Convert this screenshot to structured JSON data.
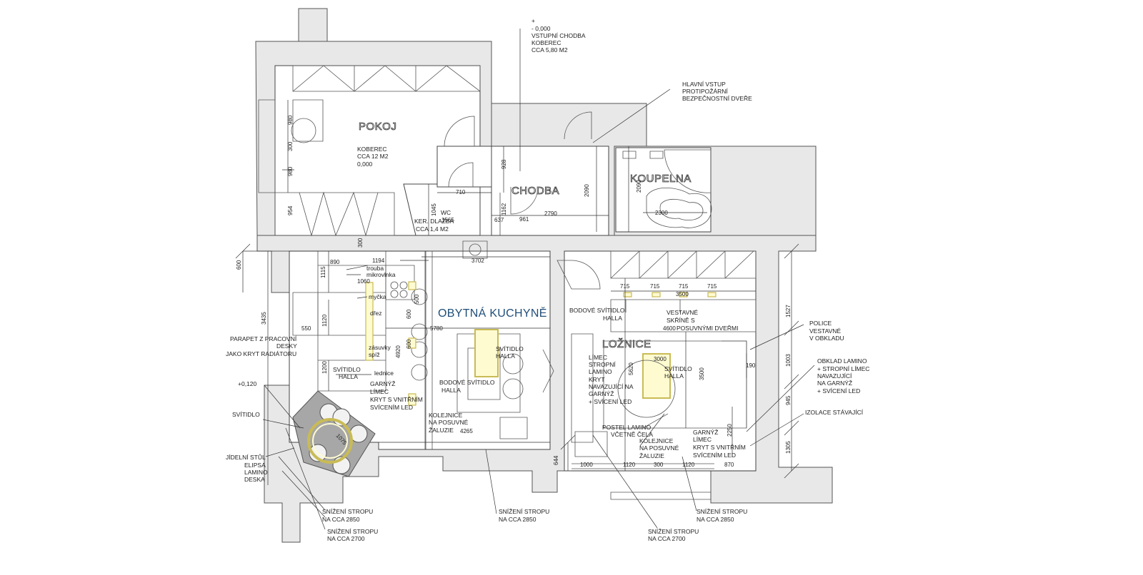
{
  "rooms": {
    "pokoj": "POKOJ",
    "chodba": "CHODBA",
    "koupelna": "KOUPELNA",
    "obytna_kuchyne": "OBYTNÁ KUCHYNĚ",
    "loznice": "LOŽNICE"
  },
  "notes": {
    "vstupni_chodba": [
      "+",
      "- 0,000",
      "VSTUPNÍ CHODBA",
      "KOBEREC",
      "CCA 5,80 M2"
    ],
    "hlavni_vstup": [
      "HLAVNÍ VSTUP",
      "PROTIPOŽÁRNÍ",
      "BEZPEČNOSTNÍ DVEŘE"
    ],
    "koberec_pokoj": [
      "KOBEREC",
      "CCA 12 M2",
      "0,000"
    ],
    "wc": [
      "WC",
      "KER. DLAŽBA",
      "CCA 1,4 M2"
    ],
    "kitchen_items": {
      "trouba": "trouba",
      "mikrovlnka": "mikrovlnka",
      "mycka": "myčka",
      "drez": "dřez",
      "zasuvky": "zásuvky",
      "spiz": "spíž",
      "lednice": "lednice"
    },
    "svitidlo_halla_1": [
      "SVÍTIDLO",
      "HALLA"
    ],
    "svitidlo_halla_2": [
      "SVÍTIDLO",
      "HALLA"
    ],
    "svitidlo_halla_3": [
      "SVÍTIDLO",
      "HALLA"
    ],
    "bodove_svitidlo_1": [
      "BODOVÉ SVÍTIDLO",
      "HALLA"
    ],
    "bodove_svitidlo_2": [
      "BODOVÉ SVÍTIDLO",
      "HALLA"
    ],
    "parapet": [
      "PARAPET Z PRACOVNÍ",
      "DESKY",
      "JAKO KRYT RADIÁTORU"
    ],
    "plus_0120": "+0,120",
    "svitidlo": "SVÍTIDLO",
    "jidelni_stul": [
      "JÍDELNÍ STŮL",
      "ELIPSA",
      "LAMINO",
      "DESKA"
    ],
    "garnyz_1": [
      "GARNÝŽ",
      "LÍMEC",
      "KRYT S VNITŘNÍM",
      "SVÍCENÍM LED"
    ],
    "garnyz_2": [
      "GARNÝŽ",
      "LÍMEC",
      "KRYT S VNITŘNÍM",
      "SVÍCENÍM LED"
    ],
    "kolejnice_1": [
      "KOLEJNICE",
      "NA POSUVNÉ",
      "ŽALUZIE"
    ],
    "kolejnice_2": [
      "KOLEJNICE",
      "NA POSUVNÉ",
      "ŽALUZIE"
    ],
    "vestavne_skrine": [
      "VESTAVNÉ",
      "SKŘÍNĚ S",
      "POSUVNÝMI DVEŘMI"
    ],
    "limec": [
      "LÍMEC",
      "STROPNÍ",
      "LAMINO",
      "KRYT",
      "NAVAZUJÍCÍ NA",
      "GARNÝŽ",
      "+ SVÍCENÍ LED"
    ],
    "postel": [
      "POSTEL LAMINO",
      "VČETNĚ ČELA"
    ],
    "police": [
      "POLICE",
      "VESTAVNÉ",
      "V OBKLADU"
    ],
    "obklad": [
      "OBKLAD LAMINO",
      "+ STROPNÍ LÍMEC",
      "NAVAZUJÍCÍ",
      "NA GARNÝŽ",
      "+ SVÍCENÍ LED"
    ],
    "izolace": "IZOLACE STÁVAJÍCÍ",
    "snizeni_1": [
      "SNÍŽENÍ STROPU",
      "NA CCA 2850"
    ],
    "snizeni_2": [
      "SNÍŽENÍ STROPU",
      "NA CCA 2700"
    ],
    "snizeni_3": [
      "SNÍŽENÍ STROPU",
      "NA CCA 2850"
    ],
    "snizeni_4": [
      "SNÍŽENÍ STROPU",
      "NA CCA 2700"
    ],
    "snizeni_5": [
      "SNÍŽENÍ STROPU",
      "NA CCA 2850"
    ]
  },
  "dimensions": {
    "d980a": "980",
    "d300a": "300",
    "d980b": "980",
    "d954": "954",
    "d928": "928",
    "d710": "710",
    "d2090a": "2090",
    "d2090b": "2090",
    "d1045": "1045",
    "d1565": "1565",
    "d637": "637",
    "d1162": "1162",
    "d961": "961",
    "d2790": "2790",
    "d2300": "2300",
    "d600": "600",
    "d890": "890",
    "d300b": "300",
    "d1194": "1194",
    "d1115": "1115",
    "d1060": "1060",
    "d3702": "3702",
    "d3435": "3435",
    "d1120": "1120",
    "d550": "550",
    "d1200": "1200",
    "d600b": "600",
    "d600c": "600",
    "d500": "500",
    "d5780": "5780",
    "d4920": "4920",
    "d4265": "4265",
    "d1075": "1075",
    "d715a": "715",
    "d715b": "715",
    "d715c": "715",
    "d715d": "715",
    "d3500a": "3500",
    "d4600": "4600",
    "d1527": "1527",
    "d1003": "1003",
    "d945": "945",
    "d1305": "1305",
    "d5620": "5620",
    "d3000": "3000",
    "d3500b": "3500",
    "d190": "190",
    "d2250": "2250",
    "d644": "644",
    "d1000": "1000",
    "d1120b": "1120",
    "d300c": "300",
    "d1120c": "1120",
    "d870": "870"
  },
  "colors": {
    "walls": "#e8e8e8",
    "light_fill": "#fffbd0",
    "light_stroke": "#c9bb55",
    "room_blue": "#1f4e79",
    "dining_grey": "#a7a7a7"
  }
}
